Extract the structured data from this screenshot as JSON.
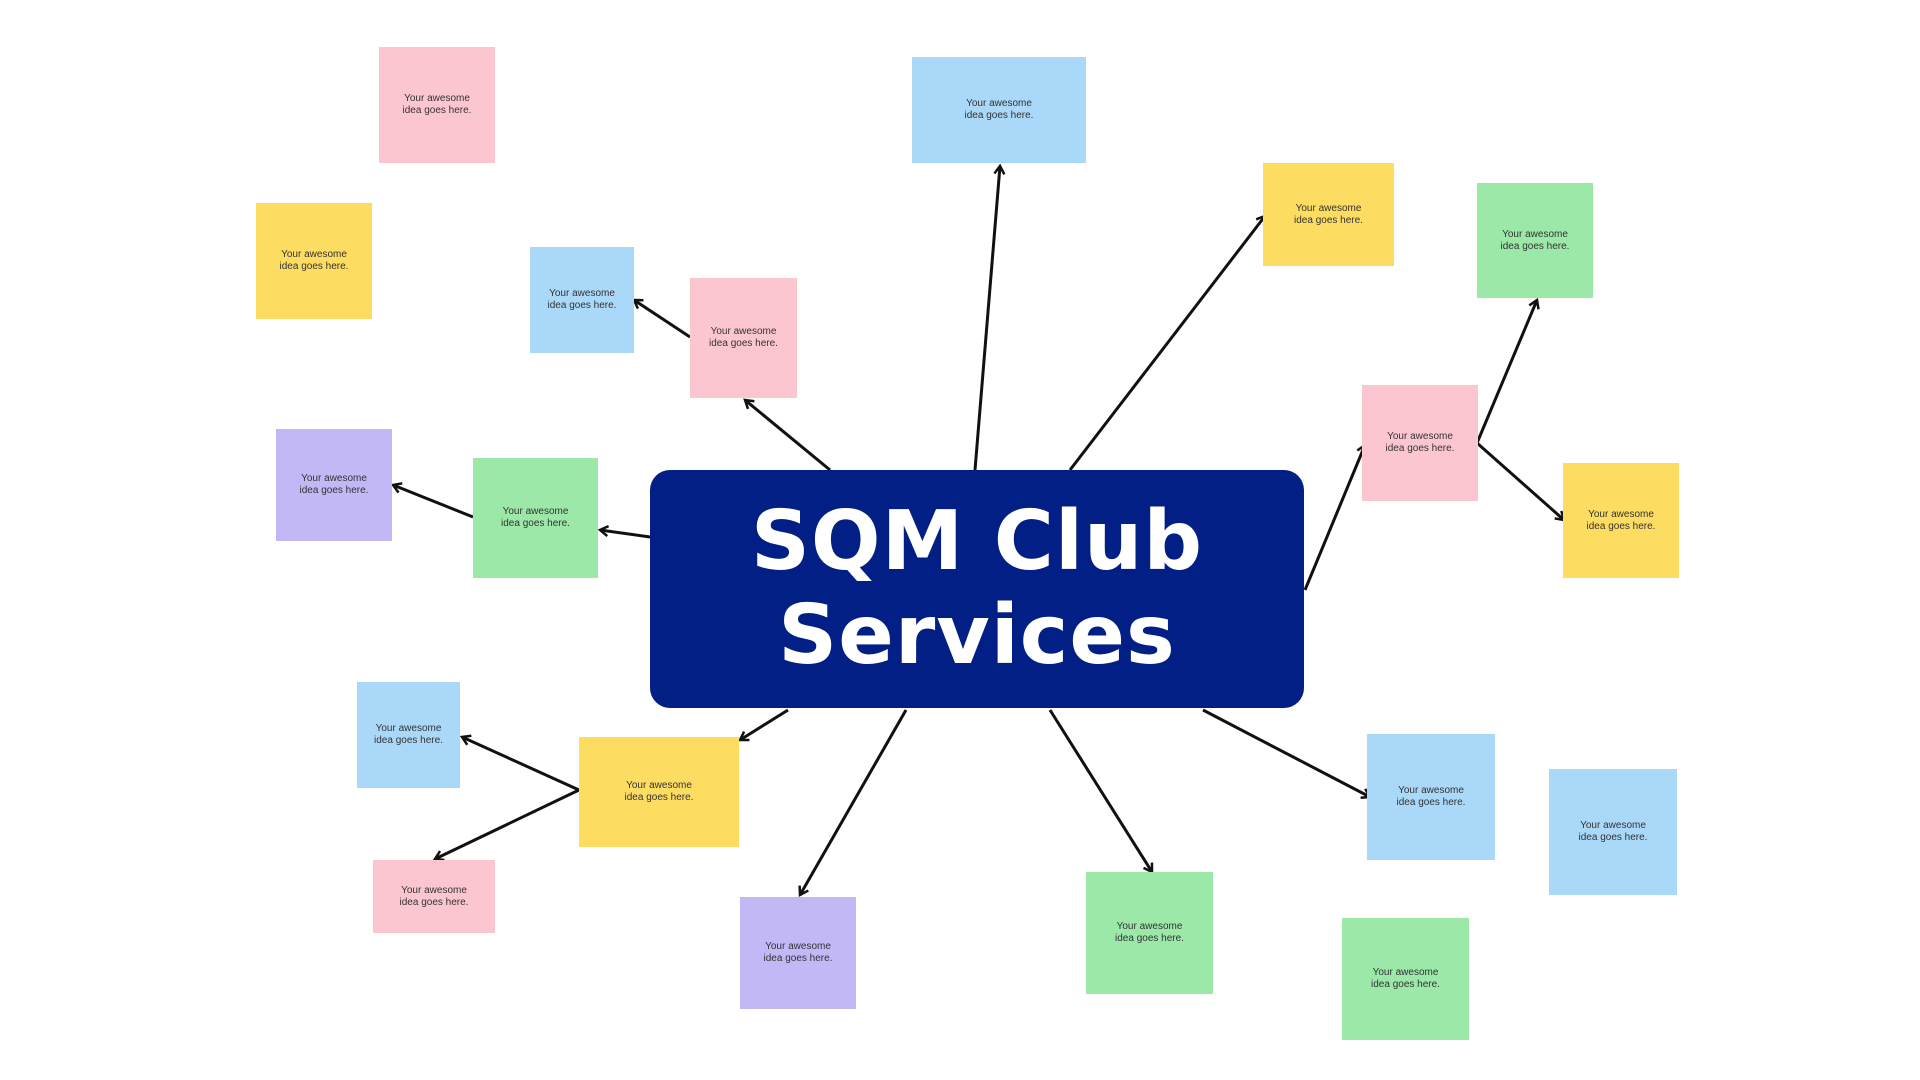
{
  "title": {
    "line1": "SQM Club",
    "line2": "Services"
  },
  "colors": {
    "central": "#021f85",
    "pink": "#fcc6d1",
    "blue": "#aad8f8",
    "yellow": "#fddc62",
    "green": "#9be8a8",
    "purple": "#c2b8f6",
    "arrow": "#111111"
  },
  "notes": [
    {
      "id": "note-01",
      "color": "pink",
      "text": "Your awesome idea goes here."
    },
    {
      "id": "note-02",
      "color": "yellow",
      "text": "Your awesome idea goes here."
    },
    {
      "id": "note-03",
      "color": "blue",
      "text": "Your awesome idea goes here."
    },
    {
      "id": "note-04",
      "color": "pink",
      "text": "Your awesome idea goes here."
    },
    {
      "id": "note-05",
      "color": "blue",
      "text": "Your awesome idea goes here."
    },
    {
      "id": "note-06",
      "color": "yellow",
      "text": "Your awesome idea goes here."
    },
    {
      "id": "note-07",
      "color": "green",
      "text": "Your awesome idea goes here."
    },
    {
      "id": "note-08",
      "color": "purple",
      "text": "Your awesome idea goes here."
    },
    {
      "id": "note-09",
      "color": "green",
      "text": "Your awesome idea goes here."
    },
    {
      "id": "note-10",
      "color": "pink",
      "text": "Your awesome idea goes here."
    },
    {
      "id": "note-11",
      "color": "yellow",
      "text": "Your awesome idea goes here."
    },
    {
      "id": "note-12",
      "color": "blue",
      "text": "Your awesome idea goes here."
    },
    {
      "id": "note-13",
      "color": "yellow",
      "text": "Your awesome idea goes here."
    },
    {
      "id": "note-14",
      "color": "pink",
      "text": "Your awesome idea goes here."
    },
    {
      "id": "note-15",
      "color": "purple",
      "text": "Your awesome idea goes here."
    },
    {
      "id": "note-16",
      "color": "green",
      "text": "Your awesome idea goes here."
    },
    {
      "id": "note-17",
      "color": "blue",
      "text": "Your awesome idea goes here."
    },
    {
      "id": "note-18",
      "color": "blue",
      "text": "Your awesome idea goes here."
    },
    {
      "id": "note-19",
      "color": "green",
      "text": "Your awesome idea goes here."
    }
  ]
}
